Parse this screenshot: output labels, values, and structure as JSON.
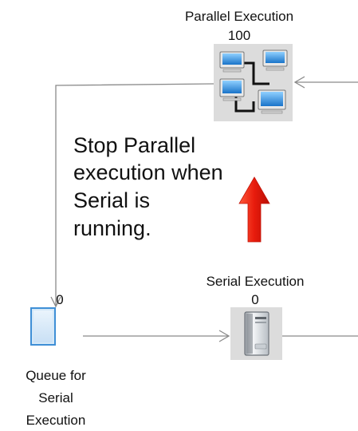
{
  "nodes": {
    "parallel": {
      "title": "Parallel Execution",
      "count": "100",
      "icon": "networked-computers-icon"
    },
    "serial": {
      "title": "Serial Execution",
      "count": "0",
      "icon": "server-tower-icon"
    },
    "queue": {
      "title_lines": [
        "Queue for",
        "Serial",
        "Execution"
      ],
      "count": "0",
      "icon": "queue-box-icon"
    }
  },
  "annotation": {
    "lines": [
      "Stop Parallel",
      "execution when",
      "Serial is",
      "running."
    ]
  },
  "colors": {
    "connector": "#8a8a8a",
    "arrow": "#e81b0c",
    "queue_fill": "#d4e8f8",
    "queue_border": "#3f8fd6",
    "icon_bg": "#d9d9d9",
    "screen": "#2f8fe0"
  }
}
